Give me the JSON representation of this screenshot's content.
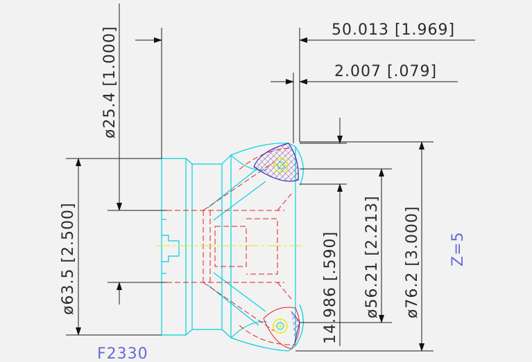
{
  "drawing": {
    "part_number": "F2330",
    "teeth_count": "Z=5",
    "dims": {
      "overall_length": "50.013 [1.969]",
      "offset": "2.007 [.079]",
      "bore_dia": "ø25.4 [1.000]",
      "body_dia": "ø63.5 [2.500]",
      "insert_height": "14.986 [.590]",
      "inner_dia": "ø56.21 [2.213]",
      "cutting_dia": "ø76.2 [3.000]"
    },
    "colors": {
      "background": "#f2f2f2",
      "dimension": "#1a1a1a",
      "outline": "#00d0e0",
      "hidden": "#e02020",
      "centerline": "#e8e800",
      "hatch": "#3030c0",
      "note": "#6a6ad8"
    }
  }
}
